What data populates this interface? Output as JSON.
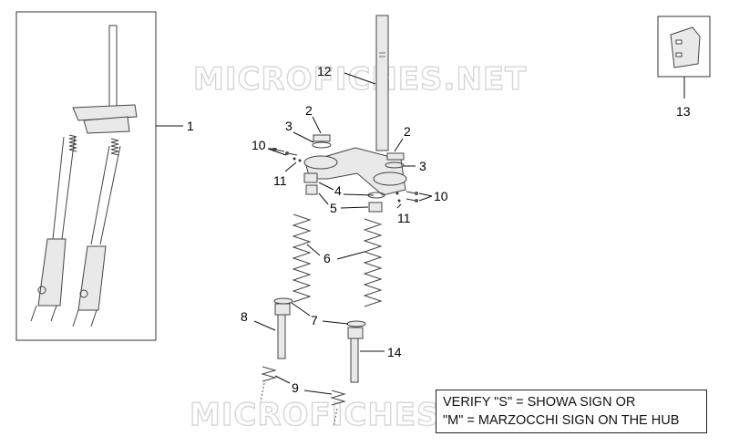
{
  "watermark": "MICROFICHES.NET",
  "note": {
    "line1": "VERIFY \"S\" = SHOWA SIGN OR",
    "line2": "\"M\" = MARZOCCHI SIGN ON THE HUB"
  },
  "callouts": {
    "c1": "1",
    "c2a": "2",
    "c2b": "2",
    "c3a": "3",
    "c3b": "3",
    "c4": "4",
    "c5": "5",
    "c6": "6",
    "c7": "7",
    "c8": "8",
    "c9": "9",
    "c10a": "10",
    "c10b": "10",
    "c11a": "11",
    "c11b": "11",
    "c12": "12",
    "c13": "13",
    "c14": "14"
  }
}
